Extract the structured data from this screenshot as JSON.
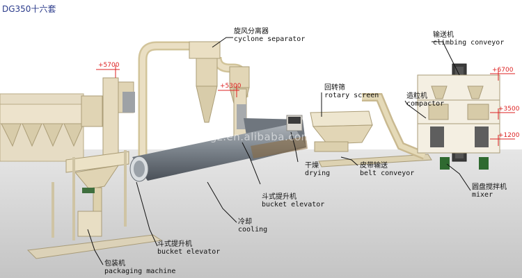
{
  "title": "DG350十六套",
  "watermark": "fuyigz.en.alibaba.com",
  "elevations": {
    "e5700": "+5700",
    "e5300": "+5300",
    "e6700": "+6700",
    "e3500": "+3500",
    "e1200": "+1200"
  },
  "labels": {
    "cyclone_separator": {
      "zh": "旋风分离器",
      "en": "cyclone separator"
    },
    "rotary_screen": {
      "zh": "回转筛",
      "en": "rotary screen"
    },
    "climbing_conveyor": {
      "zh": "输送机",
      "en": "climbing conveyor"
    },
    "compactor": {
      "zh": "造粒机",
      "en": "compactor"
    },
    "drying": {
      "zh": "干燥",
      "en": "drying"
    },
    "belt_conveyor": {
      "zh": "皮带输送",
      "en": "belt conveyor"
    },
    "mixer": {
      "zh": "圆盘搅拌机",
      "en": "mixer"
    },
    "bucket_elevator_1": {
      "zh": "斗式提升机",
      "en": "bucket elevator"
    },
    "cooling": {
      "zh": "冷却",
      "en": "cooling"
    },
    "bucket_elevator_2": {
      "zh": "斗式提升机",
      "en": "bucket elevator"
    },
    "packaging_machine": {
      "zh": "包装机",
      "en": "packaging machine"
    }
  },
  "colors": {
    "machine": "#e3d6b8",
    "frame": "#c9b990",
    "drum": "#7f8790",
    "floor": "#cfcfcf",
    "elevation": "#dd2222",
    "title": "#2a3a8a"
  }
}
